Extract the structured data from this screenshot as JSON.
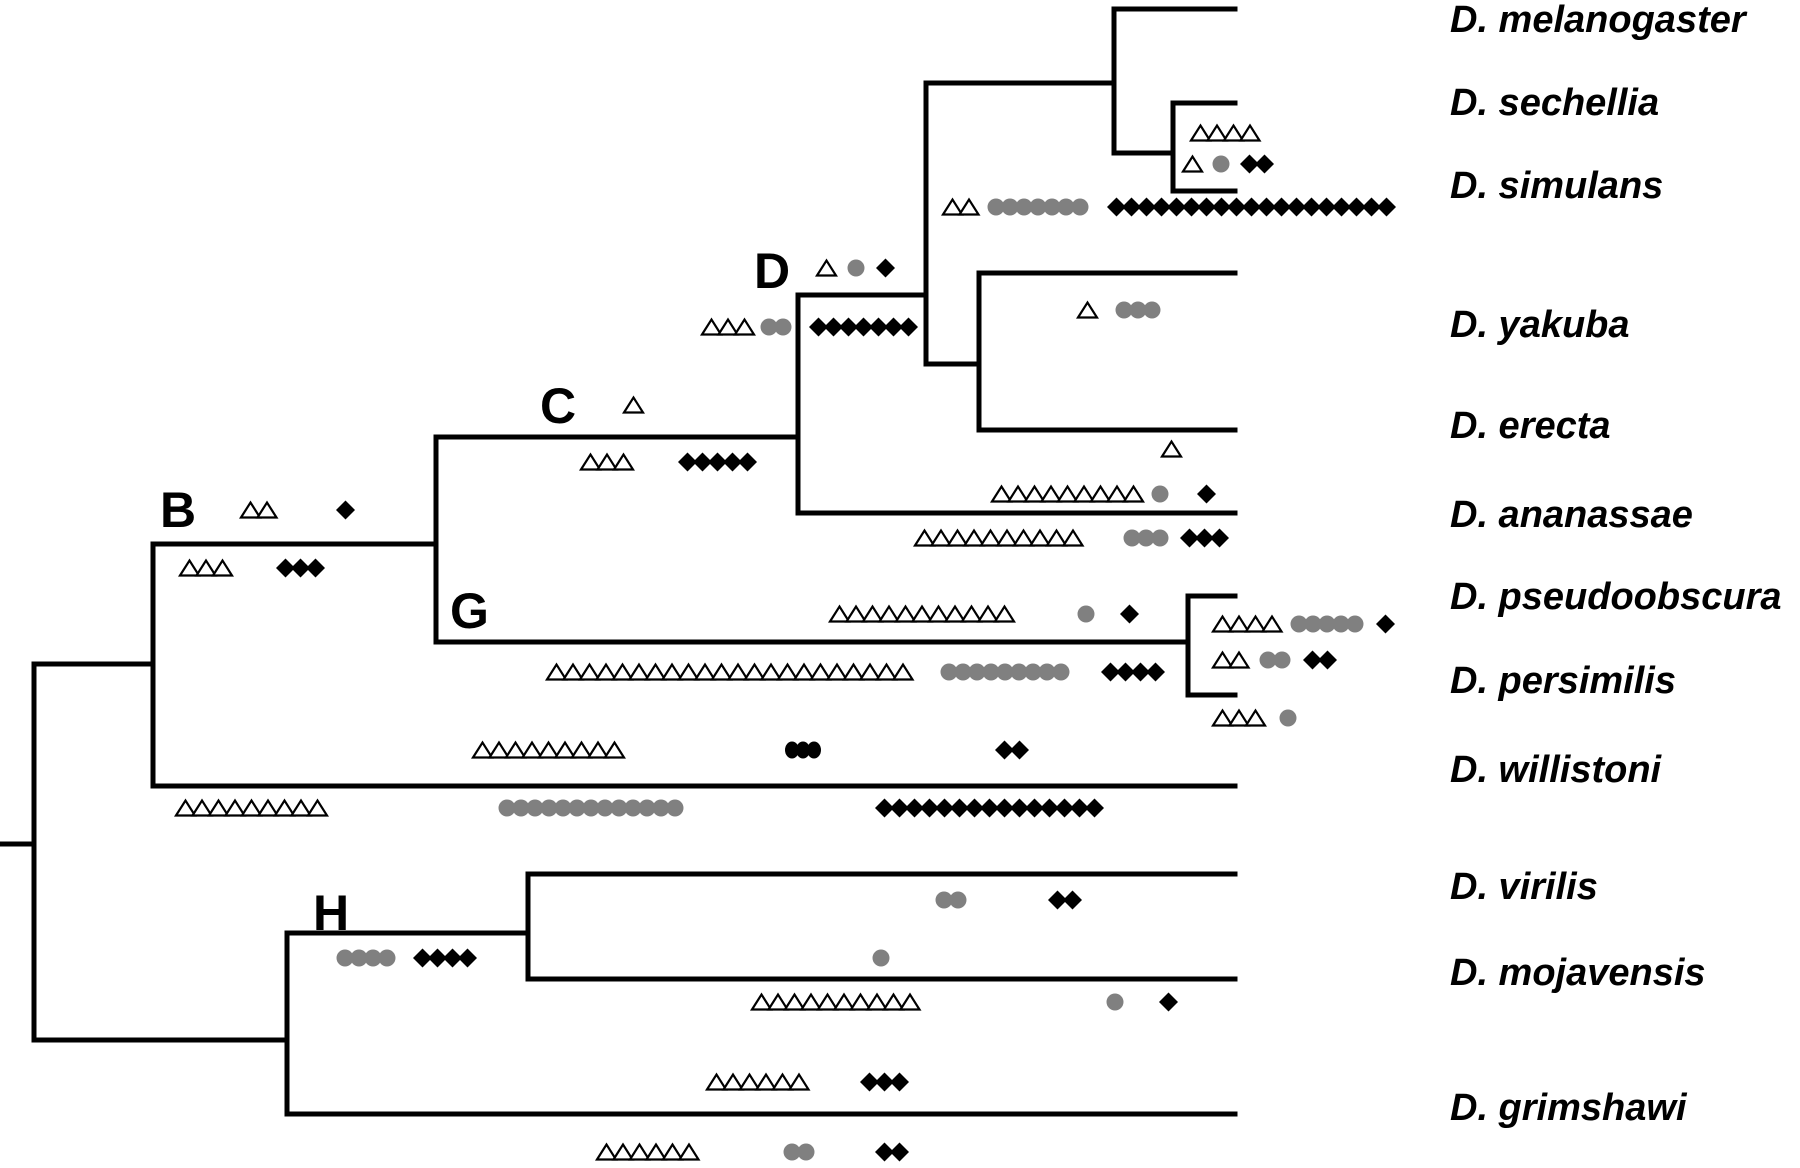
{
  "figure": {
    "type": "phylogenetic-tree",
    "legend_symbols": {
      "triangle": {
        "shape": "open-triangle",
        "color": "#000000"
      },
      "grey_circle": {
        "shape": "filled-circle",
        "color": "#808080"
      },
      "black_circle": {
        "shape": "filled-circle",
        "color": "#000000"
      },
      "diamond": {
        "shape": "filled-diamond",
        "color": "#000000"
      }
    }
  },
  "species": [
    {
      "id": "melanogaster",
      "label": "D. melanogaster"
    },
    {
      "id": "sechellia",
      "label": "D. sechellia"
    },
    {
      "id": "simulans",
      "label": "D. simulans"
    },
    {
      "id": "yakuba",
      "label": "D. yakuba"
    },
    {
      "id": "erecta",
      "label": "D. erecta"
    },
    {
      "id": "ananassae",
      "label": "D. ananassae"
    },
    {
      "id": "pseudoobscura",
      "label": "D. pseudoobscura"
    },
    {
      "id": "persimilis",
      "label": "D. persimilis"
    },
    {
      "id": "willistoni",
      "label": "D. willistoni"
    },
    {
      "id": "virilis",
      "label": "D. virilis"
    },
    {
      "id": "mojavensis",
      "label": "D. mojavensis"
    },
    {
      "id": "grimshawi",
      "label": "D. grimshawi"
    }
  ],
  "nodes": [
    {
      "id": "B",
      "label": "B"
    },
    {
      "id": "C",
      "label": "C"
    },
    {
      "id": "D",
      "label": "D"
    },
    {
      "id": "G",
      "label": "G"
    },
    {
      "id": "H",
      "label": "H"
    }
  ],
  "branch_annotations": [
    {
      "branch": "B",
      "position": "above",
      "groups": [
        {
          "symbol": "triangle",
          "count": 2
        },
        {
          "symbol": "diamond",
          "count": 1
        }
      ]
    },
    {
      "branch": "B",
      "position": "below",
      "groups": [
        {
          "symbol": "triangle",
          "count": 3
        },
        {
          "symbol": "diamond",
          "count": 3
        }
      ]
    },
    {
      "branch": "C",
      "position": "above",
      "groups": [
        {
          "symbol": "triangle",
          "count": 1
        }
      ]
    },
    {
      "branch": "C",
      "position": "below",
      "groups": [
        {
          "symbol": "triangle",
          "count": 3
        },
        {
          "symbol": "diamond",
          "count": 5
        }
      ]
    },
    {
      "branch": "D",
      "position": "above",
      "groups": [
        {
          "symbol": "triangle",
          "count": 1
        },
        {
          "symbol": "grey_circle",
          "count": 1
        },
        {
          "symbol": "diamond",
          "count": 1
        }
      ]
    },
    {
      "branch": "D",
      "position": "below",
      "groups": [
        {
          "symbol": "triangle",
          "count": 3
        },
        {
          "symbol": "grey_circle",
          "count": 2
        },
        {
          "symbol": "diamond",
          "count": 7
        }
      ]
    },
    {
      "branch": "sechellia",
      "position": "below",
      "groups": [
        {
          "symbol": "triangle",
          "count": 4
        }
      ]
    },
    {
      "branch": "simulans",
      "position": "above",
      "groups": [
        {
          "symbol": "triangle",
          "count": 1
        },
        {
          "symbol": "grey_circle",
          "count": 1
        },
        {
          "symbol": "diamond",
          "count": 2
        }
      ]
    },
    {
      "branch": "melanogaster-subgroup",
      "position": "below",
      "groups": [
        {
          "symbol": "triangle",
          "count": 2
        },
        {
          "symbol": "grey_circle",
          "count": 7
        },
        {
          "symbol": "diamond",
          "count": 19
        }
      ]
    },
    {
      "branch": "yakuba",
      "position": "below",
      "groups": [
        {
          "symbol": "triangle",
          "count": 1
        },
        {
          "symbol": "grey_circle",
          "count": 3
        }
      ]
    },
    {
      "branch": "erecta",
      "position": "below",
      "groups": [
        {
          "symbol": "triangle",
          "count": 1
        }
      ]
    },
    {
      "branch": "ananassae",
      "position": "above",
      "groups": [
        {
          "symbol": "triangle",
          "count": 9
        },
        {
          "symbol": "grey_circle",
          "count": 1
        },
        {
          "symbol": "diamond",
          "count": 1
        }
      ]
    },
    {
      "branch": "ananassae",
      "position": "below",
      "groups": [
        {
          "symbol": "triangle",
          "count": 10
        },
        {
          "symbol": "grey_circle",
          "count": 3
        },
        {
          "symbol": "diamond",
          "count": 3
        }
      ]
    },
    {
      "branch": "G",
      "position": "above",
      "groups": [
        {
          "symbol": "triangle",
          "count": 11
        },
        {
          "symbol": "grey_circle",
          "count": 1
        },
        {
          "symbol": "diamond",
          "count": 1
        }
      ]
    },
    {
      "branch": "G",
      "position": "below",
      "groups": [
        {
          "symbol": "triangle",
          "count": 22
        },
        {
          "symbol": "grey_circle",
          "count": 9
        },
        {
          "symbol": "diamond",
          "count": 4
        }
      ]
    },
    {
      "branch": "pseudoobscura",
      "position": "below",
      "groups": [
        {
          "symbol": "triangle",
          "count": 4
        },
        {
          "symbol": "grey_circle",
          "count": 5
        },
        {
          "symbol": "diamond",
          "count": 1
        }
      ]
    },
    {
      "branch": "persimilis",
      "position": "above",
      "groups": [
        {
          "symbol": "triangle",
          "count": 2
        },
        {
          "symbol": "grey_circle",
          "count": 2
        },
        {
          "symbol": "diamond",
          "count": 2
        }
      ]
    },
    {
      "branch": "persimilis",
      "position": "below",
      "groups": [
        {
          "symbol": "triangle",
          "count": 3
        },
        {
          "symbol": "grey_circle",
          "count": 1
        }
      ]
    },
    {
      "branch": "willistoni",
      "position": "above",
      "groups": [
        {
          "symbol": "triangle",
          "count": 9
        },
        {
          "symbol": "black_circle",
          "count": 3
        },
        {
          "symbol": "diamond",
          "count": 2
        }
      ]
    },
    {
      "branch": "willistoni",
      "position": "below",
      "groups": [
        {
          "symbol": "triangle",
          "count": 9
        },
        {
          "symbol": "grey_circle",
          "count": 13
        },
        {
          "symbol": "diamond",
          "count": 15
        }
      ]
    },
    {
      "branch": "H",
      "position": "below",
      "groups": [
        {
          "symbol": "grey_circle",
          "count": 4
        },
        {
          "symbol": "diamond",
          "count": 4
        }
      ]
    },
    {
      "branch": "virilis",
      "position": "above",
      "groups": [
        {
          "symbol": "grey_circle",
          "count": 2
        },
        {
          "symbol": "diamond",
          "count": 2
        }
      ]
    },
    {
      "branch": "mojavensis",
      "position": "above",
      "groups": [
        {
          "symbol": "grey_circle",
          "count": 1
        }
      ]
    },
    {
      "branch": "mojavensis",
      "position": "below",
      "groups": [
        {
          "symbol": "triangle",
          "count": 10
        },
        {
          "symbol": "grey_circle",
          "count": 1
        },
        {
          "symbol": "diamond",
          "count": 1
        }
      ]
    },
    {
      "branch": "grimshawi",
      "position": "above",
      "groups": [
        {
          "symbol": "triangle",
          "count": 6
        },
        {
          "symbol": "diamond",
          "count": 3
        }
      ]
    },
    {
      "branch": "grimshawi",
      "position": "below",
      "groups": [
        {
          "symbol": "triangle",
          "count": 6
        },
        {
          "symbol": "grey_circle",
          "count": 2
        },
        {
          "symbol": "diamond",
          "count": 2
        }
      ]
    }
  ]
}
